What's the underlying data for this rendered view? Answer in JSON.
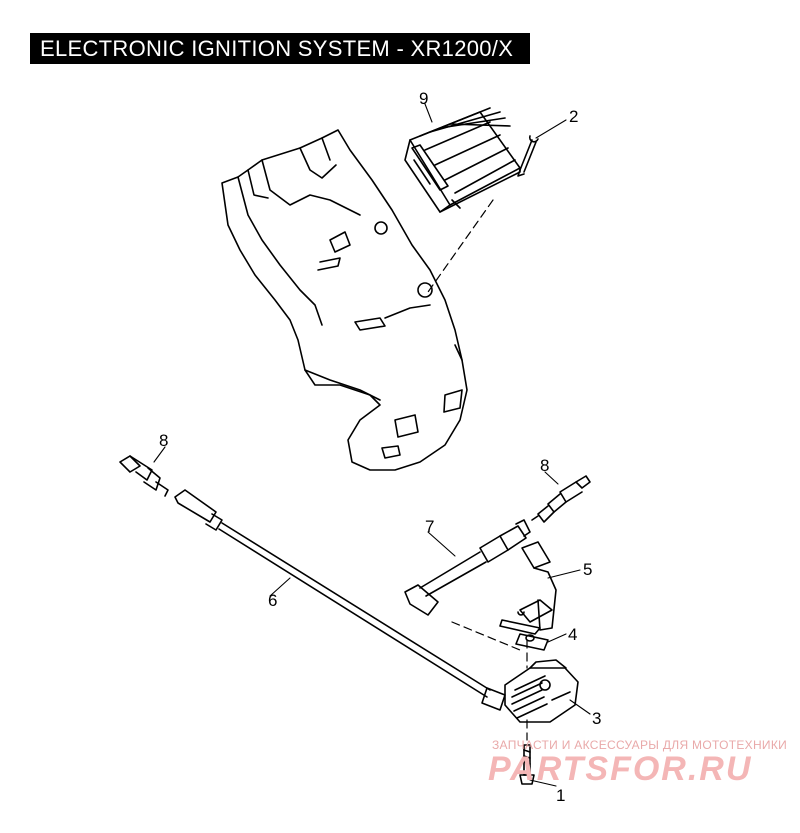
{
  "title": "ELECTRONIC IGNITION SYSTEM - XR1200/X",
  "callouts": [
    "9",
    "2",
    "8",
    "8",
    "7",
    "5",
    "6",
    "4",
    "3",
    "1"
  ],
  "watermark": {
    "caption": "ЗАПЧАСТИ И АКСЕССУАРЫ ДЛЯ МОТОТЕХНИКИ",
    "logo": "PARTSFOR.RU"
  }
}
